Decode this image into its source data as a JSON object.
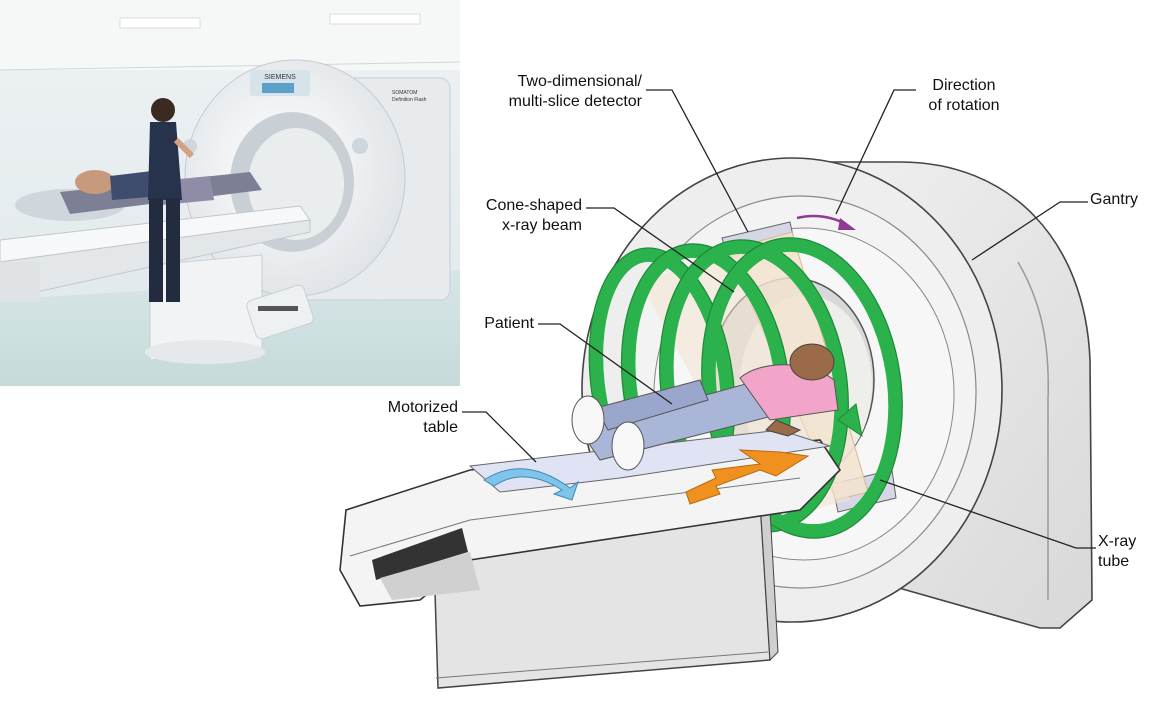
{
  "labels": {
    "detector": [
      "Two-dimensional/",
      "multi-slice detector"
    ],
    "rotation": [
      "Direction",
      "of rotation"
    ],
    "beam": [
      "Cone-shaped",
      "x-ray beam"
    ],
    "gantry": [
      "Gantry"
    ],
    "patient": [
      "Patient"
    ],
    "table": [
      "Motorized",
      "table"
    ],
    "tube": [
      "X-ray",
      "tube"
    ]
  },
  "photo": {
    "brand": "SIEMENS",
    "model": [
      "SOMATOM",
      "Definition Flash"
    ]
  },
  "colors": {
    "spiral": "#2bb24c",
    "spiral_dark": "#1c8a36",
    "rotation_arrow": "#8e3a96",
    "translation_arrow": "#f0901e",
    "tilt_arrow": "#7fc4ea",
    "beam": "#f3e3cf",
    "shirt": "#f2a4c9",
    "pants": "#aab6d8",
    "skin": "#9b6a48"
  }
}
